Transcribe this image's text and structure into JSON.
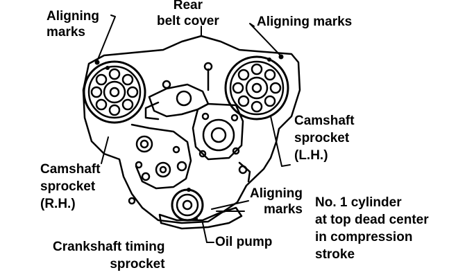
{
  "labels": {
    "aligning_marks_left": [
      "Aligning",
      "marks"
    ],
    "rear_belt_cover": [
      "Rear",
      "belt cover"
    ],
    "aligning_marks_right": "Aligning marks",
    "camshaft_sprocket_lh": [
      "Camshaft",
      "sprocket",
      "(L.H.)"
    ],
    "camshaft_sprocket_rh": [
      "Camshaft",
      "sprocket",
      "(R.H.)"
    ],
    "aligning_marks_bottom": [
      "Aligning",
      "marks"
    ],
    "no1_cylinder_note": [
      "No. 1 cylinder",
      "at top dead center",
      "in compression",
      "stroke"
    ],
    "oil_pump": "Oil pump",
    "crankshaft_timing_sprocket": [
      "Crankshaft timing",
      "sprocket"
    ]
  }
}
